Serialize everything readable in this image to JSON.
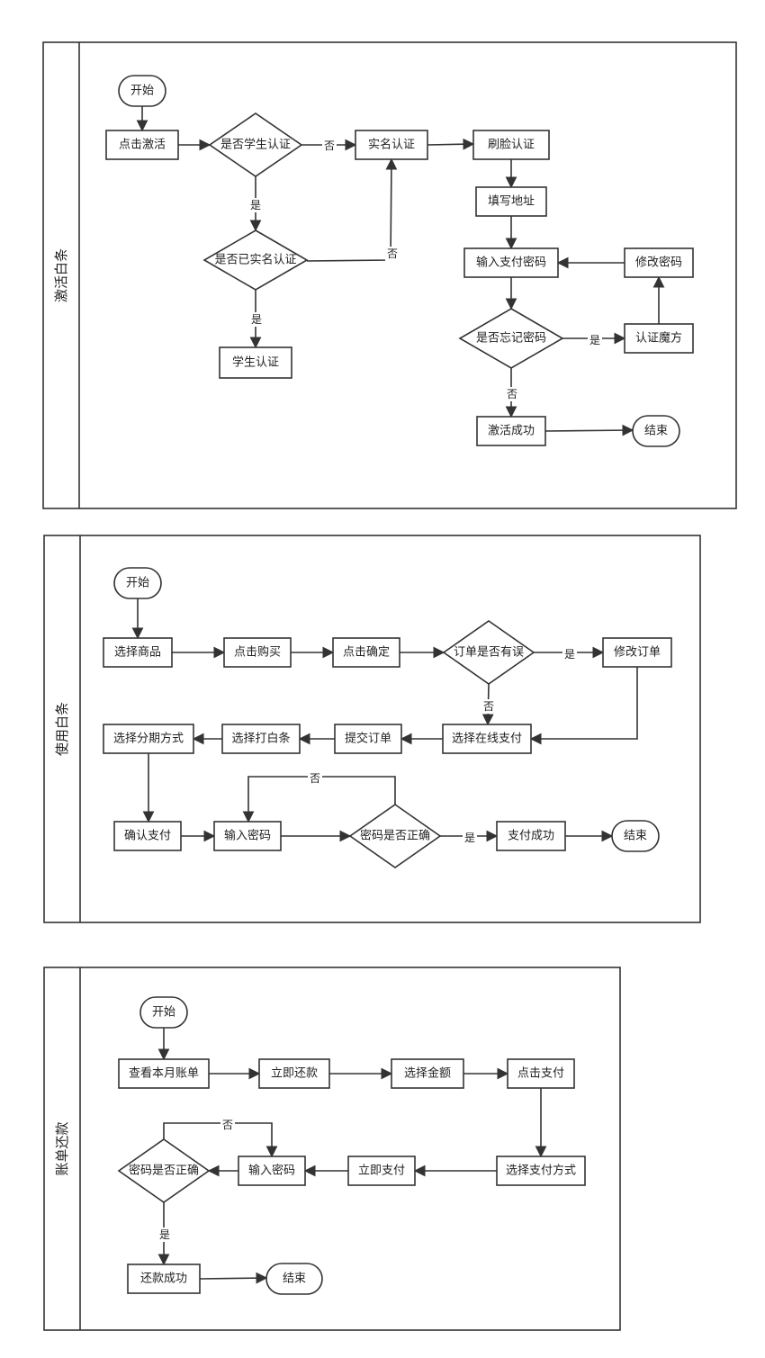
{
  "lanes": [
    {
      "id": "lane1",
      "title": "激活白条"
    },
    {
      "id": "lane2",
      "title": "使用白条"
    },
    {
      "id": "lane3",
      "title": "账单还款"
    }
  ],
  "nodes": [
    {
      "id": "a_start",
      "lane": "lane1",
      "type": "terminal",
      "label": "开始"
    },
    {
      "id": "a_click",
      "lane": "lane1",
      "type": "process",
      "label": "点击激活"
    },
    {
      "id": "a_student_q",
      "lane": "lane1",
      "type": "decision",
      "label": "是否学生认证"
    },
    {
      "id": "a_realname",
      "lane": "lane1",
      "type": "process",
      "label": "实名认证"
    },
    {
      "id": "a_face",
      "lane": "lane1",
      "type": "process",
      "label": "刷脸认证"
    },
    {
      "id": "a_address",
      "lane": "lane1",
      "type": "process",
      "label": "填写地址"
    },
    {
      "id": "a_realname_q",
      "lane": "lane1",
      "type": "decision",
      "label": "是否已实名认证"
    },
    {
      "id": "a_student",
      "lane": "lane1",
      "type": "process",
      "label": "学生认证"
    },
    {
      "id": "a_paypwd",
      "lane": "lane1",
      "type": "process",
      "label": "输入支付密码"
    },
    {
      "id": "a_changepwd",
      "lane": "lane1",
      "type": "process",
      "label": "修改密码"
    },
    {
      "id": "a_forgot_q",
      "lane": "lane1",
      "type": "decision",
      "label": "是否忘记密码"
    },
    {
      "id": "a_cube",
      "lane": "lane1",
      "type": "process",
      "label": "认证魔方"
    },
    {
      "id": "a_success",
      "lane": "lane1",
      "type": "process",
      "label": "激活成功"
    },
    {
      "id": "a_end",
      "lane": "lane1",
      "type": "terminal",
      "label": "结束"
    },
    {
      "id": "b_start",
      "lane": "lane2",
      "type": "terminal",
      "label": "开始"
    },
    {
      "id": "b_select",
      "lane": "lane2",
      "type": "process",
      "label": "选择商品"
    },
    {
      "id": "b_buy",
      "lane": "lane2",
      "type": "process",
      "label": "点击购买"
    },
    {
      "id": "b_confirm",
      "lane": "lane2",
      "type": "process",
      "label": "点击确定"
    },
    {
      "id": "b_order_q",
      "lane": "lane2",
      "type": "decision",
      "label": "订单是否有误"
    },
    {
      "id": "b_modify",
      "lane": "lane2",
      "type": "process",
      "label": "修改订单"
    },
    {
      "id": "b_online",
      "lane": "lane2",
      "type": "process",
      "label": "选择在线支付"
    },
    {
      "id": "b_submit",
      "lane": "lane2",
      "type": "process",
      "label": "提交订单"
    },
    {
      "id": "b_baitiao",
      "lane": "lane2",
      "type": "process",
      "label": "选择打白条"
    },
    {
      "id": "b_install",
      "lane": "lane2",
      "type": "process",
      "label": "选择分期方式"
    },
    {
      "id": "b_confirmpay",
      "lane": "lane2",
      "type": "process",
      "label": "确认支付"
    },
    {
      "id": "b_pwd",
      "lane": "lane2",
      "type": "process",
      "label": "输入密码"
    },
    {
      "id": "b_pwd_q",
      "lane": "lane2",
      "type": "decision",
      "label": "密码是否正确"
    },
    {
      "id": "b_success",
      "lane": "lane2",
      "type": "process",
      "label": "支付成功"
    },
    {
      "id": "b_end",
      "lane": "lane2",
      "type": "terminal",
      "label": "结束"
    },
    {
      "id": "c_start",
      "lane": "lane3",
      "type": "terminal",
      "label": "开始"
    },
    {
      "id": "c_bill",
      "lane": "lane3",
      "type": "process",
      "label": "查看本月账单"
    },
    {
      "id": "c_repay",
      "lane": "lane3",
      "type": "process",
      "label": "立即还款"
    },
    {
      "id": "c_amount",
      "lane": "lane3",
      "type": "process",
      "label": "选择金额"
    },
    {
      "id": "c_clickpay",
      "lane": "lane3",
      "type": "process",
      "label": "点击支付"
    },
    {
      "id": "c_method",
      "lane": "lane3",
      "type": "process",
      "label": "选择支付方式"
    },
    {
      "id": "c_paynow",
      "lane": "lane3",
      "type": "process",
      "label": "立即支付"
    },
    {
      "id": "c_pwd",
      "lane": "lane3",
      "type": "process",
      "label": "输入密码"
    },
    {
      "id": "c_pwd_q",
      "lane": "lane3",
      "type": "decision",
      "label": "密码是否正确"
    },
    {
      "id": "c_success",
      "lane": "lane3",
      "type": "process",
      "label": "还款成功"
    },
    {
      "id": "c_end",
      "lane": "lane3",
      "type": "terminal",
      "label": "结束"
    }
  ],
  "edges": [
    {
      "from": "a_start",
      "to": "a_click",
      "label": ""
    },
    {
      "from": "a_click",
      "to": "a_student_q",
      "label": ""
    },
    {
      "from": "a_student_q",
      "to": "a_realname",
      "label": "否"
    },
    {
      "from": "a_realname",
      "to": "a_face",
      "label": ""
    },
    {
      "from": "a_face",
      "to": "a_address",
      "label": ""
    },
    {
      "from": "a_student_q",
      "to": "a_realname_q",
      "label": "是"
    },
    {
      "from": "a_realname_q",
      "to": "a_realname",
      "label": "否"
    },
    {
      "from": "a_realname_q",
      "to": "a_student",
      "label": "是"
    },
    {
      "from": "a_address",
      "to": "a_paypwd",
      "label": ""
    },
    {
      "from": "a_changepwd",
      "to": "a_paypwd",
      "label": ""
    },
    {
      "from": "a_paypwd",
      "to": "a_forgot_q",
      "label": ""
    },
    {
      "from": "a_forgot_q",
      "to": "a_cube",
      "label": "是"
    },
    {
      "from": "a_cube",
      "to": "a_changepwd",
      "label": ""
    },
    {
      "from": "a_forgot_q",
      "to": "a_success",
      "label": "否"
    },
    {
      "from": "a_success",
      "to": "a_end",
      "label": ""
    },
    {
      "from": "b_start",
      "to": "b_select",
      "label": ""
    },
    {
      "from": "b_select",
      "to": "b_buy",
      "label": ""
    },
    {
      "from": "b_buy",
      "to": "b_confirm",
      "label": ""
    },
    {
      "from": "b_confirm",
      "to": "b_order_q",
      "label": ""
    },
    {
      "from": "b_order_q",
      "to": "b_modify",
      "label": "是"
    },
    {
      "from": "b_order_q",
      "to": "b_online",
      "label": "否"
    },
    {
      "from": "b_modify",
      "to": "b_online",
      "label": ""
    },
    {
      "from": "b_online",
      "to": "b_submit",
      "label": ""
    },
    {
      "from": "b_submit",
      "to": "b_baitiao",
      "label": ""
    },
    {
      "from": "b_baitiao",
      "to": "b_install",
      "label": ""
    },
    {
      "from": "b_install",
      "to": "b_confirmpay",
      "label": ""
    },
    {
      "from": "b_confirmpay",
      "to": "b_pwd",
      "label": ""
    },
    {
      "from": "b_pwd",
      "to": "b_pwd_q",
      "label": ""
    },
    {
      "from": "b_pwd_q",
      "to": "b_pwd",
      "label": "否"
    },
    {
      "from": "b_pwd_q",
      "to": "b_success",
      "label": "是"
    },
    {
      "from": "b_success",
      "to": "b_end",
      "label": ""
    },
    {
      "from": "c_start",
      "to": "c_bill",
      "label": ""
    },
    {
      "from": "c_bill",
      "to": "c_repay",
      "label": ""
    },
    {
      "from": "c_repay",
      "to": "c_amount",
      "label": ""
    },
    {
      "from": "c_amount",
      "to": "c_clickpay",
      "label": ""
    },
    {
      "from": "c_clickpay",
      "to": "c_method",
      "label": ""
    },
    {
      "from": "c_method",
      "to": "c_paynow",
      "label": ""
    },
    {
      "from": "c_paynow",
      "to": "c_pwd",
      "label": ""
    },
    {
      "from": "c_pwd",
      "to": "c_pwd_q",
      "label": ""
    },
    {
      "from": "c_pwd_q",
      "to": "c_pwd",
      "label": "否"
    },
    {
      "from": "c_pwd_q",
      "to": "c_success",
      "label": "是"
    },
    {
      "from": "c_success",
      "to": "c_end",
      "label": ""
    }
  ]
}
